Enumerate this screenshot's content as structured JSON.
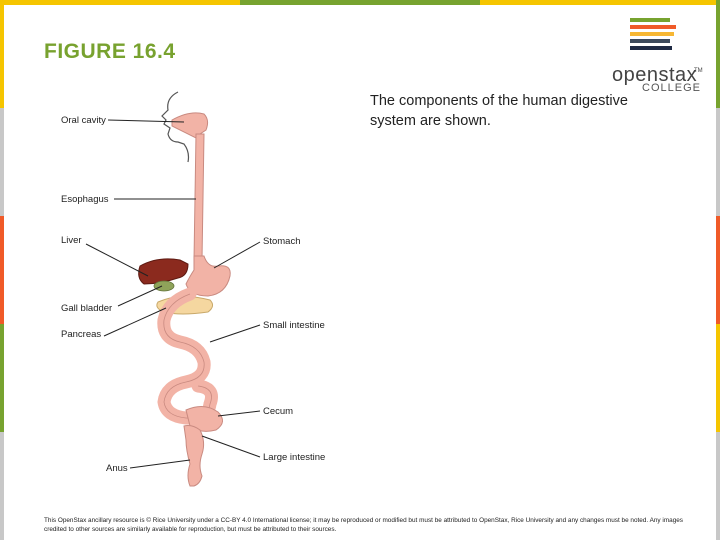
{
  "slide": {
    "title": "FIGURE 16.4",
    "caption": "The components of the human digestive system are shown.",
    "footer": "This OpenStax ancillary resource is © Rice University under a CC-BY 4.0 International license; it may be reproduced or modified but must be attributed to OpenStax, Rice University and any changes must be noted. Any images credited to other sources are similarly available for reproduction, but must be attributed to their sources."
  },
  "logo": {
    "word": "openstax",
    "tm": "TM",
    "sub": "COLLEGE"
  },
  "diagram": {
    "labels": {
      "oral_cavity": "Oral cavity",
      "esophagus": "Esophagus",
      "liver": "Liver",
      "gall_bladder": "Gall bladder",
      "pancreas": "Pancreas",
      "anus": "Anus",
      "stomach": "Stomach",
      "small_intestine": "Small intestine",
      "cecum": "Cecum",
      "large_intestine": "Large intestine"
    }
  },
  "colors": {
    "title": "#78a22f",
    "organ_pink": "#f2b3a6",
    "organ_outline": "#c98a80",
    "liver": "#8b2a1e",
    "pancreas": "#f5d7a0",
    "gall_bladder": "#8fa35a",
    "top_bar": [
      "#f5c500",
      "#77a32f",
      "#f5c500"
    ],
    "logo_stripes": [
      "#77a32f",
      "#f05a28",
      "#f7b733",
      "#3d4a5c",
      "#1f2a44"
    ]
  }
}
